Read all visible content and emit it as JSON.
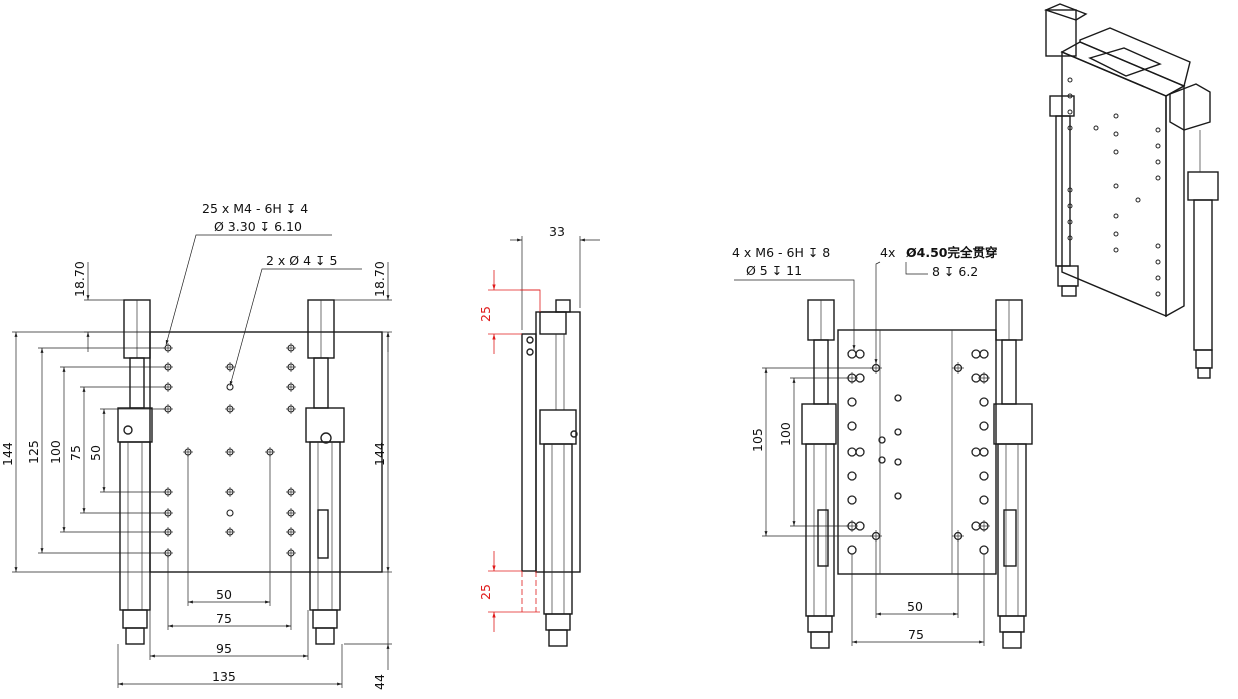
{
  "front_view": {
    "callout_threads": {
      "line1": "25 x  M4 - 6H ↧ 4",
      "line2": "Ø 3.30 ↧ 6.10"
    },
    "callout_pins": "2 x Ø 4 ↧ 5",
    "dims": {
      "top_left": "18.70",
      "top_right": "18.70",
      "height_total": "144",
      "height_right": "144",
      "v125": "125",
      "v100": "100",
      "v75": "75",
      "v50": "50",
      "h50": "50",
      "h75": "75",
      "h95": "95",
      "h135": "135",
      "bottom_right": "44"
    }
  },
  "side_view": {
    "dims": {
      "width": "33",
      "travel_top": "25",
      "travel_bottom": "25"
    }
  },
  "rear_view": {
    "callout_threads": {
      "line1": "4 x  M6 - 6H ↧ 8",
      "line2": "Ø 5 ↧ 11"
    },
    "callout_through": {
      "prefix": "4x",
      "value": "Ø4.50完全贯穿",
      "cbore": "8 ↧ 6.2"
    },
    "dims": {
      "v105": "105",
      "v100": "100",
      "h50": "50",
      "h75": "75"
    }
  },
  "colors": {
    "line": "#1a1a1a",
    "travel_dim": "#e01b1b"
  }
}
